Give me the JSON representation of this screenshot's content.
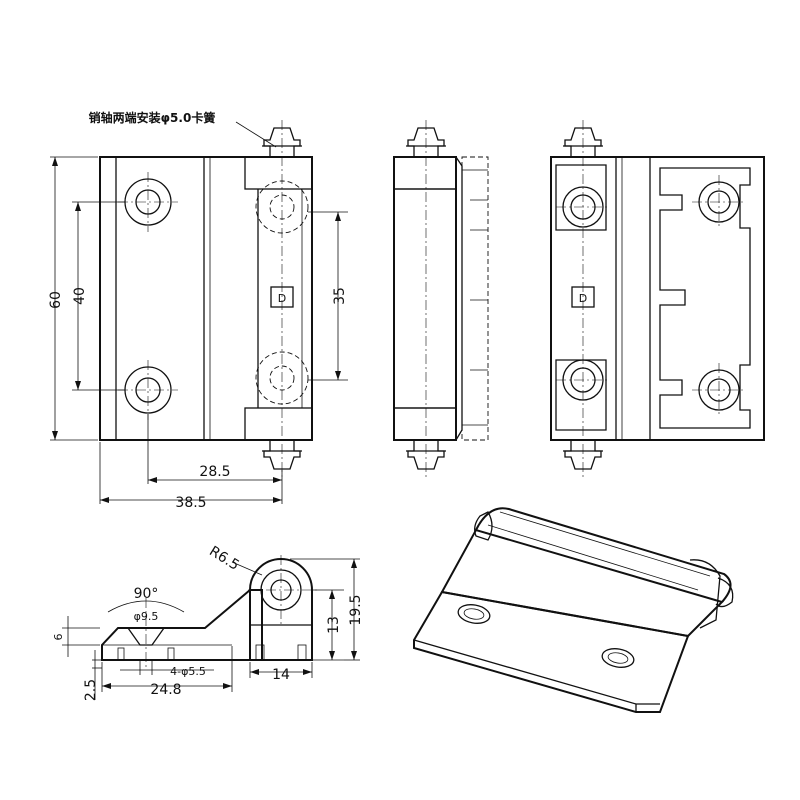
{
  "note": "销轴两端安装φ5.0卡簧",
  "dimensions": {
    "height_total": "60",
    "hole_pitch": "40",
    "pin_span": "35",
    "hole_offset": "28.5",
    "width_total": "38.5",
    "radius": "R6.5",
    "angle": "90°",
    "countersink": "φ9.5",
    "hole_spec": "4-φ5.5",
    "plate_thickness": "6",
    "base_thickness": "2.5",
    "side_width": "24.8",
    "knuckle_height": "13",
    "knuckle_total": "19.5",
    "knuckle_width": "14"
  },
  "labels": {
    "latch_mark": "D"
  }
}
